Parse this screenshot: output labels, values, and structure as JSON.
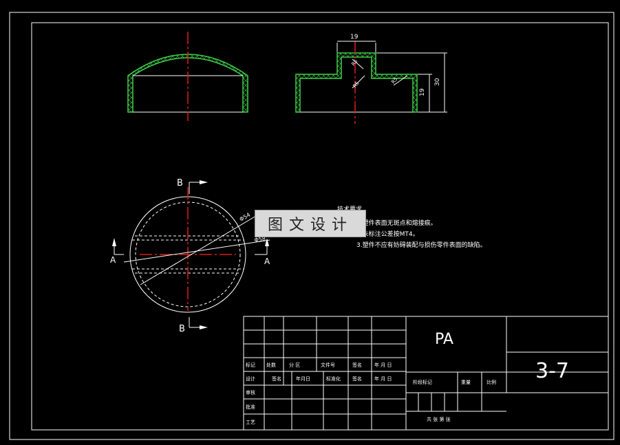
{
  "colors": {
    "background": "#000000",
    "line": "#ffffff",
    "section_hatch": "#3fd14a",
    "centerline": "#e01a1a"
  },
  "dimensions": {
    "width_19": "19",
    "total_height": "30",
    "lower_height": "19",
    "r1": "R5",
    "r2": "R5",
    "r3": "R5",
    "dia_inner": "Φ54",
    "dia_outer": "Φ58"
  },
  "section_labels": {
    "b_top": "B",
    "b_bottom": "B",
    "a_left": "A",
    "a_right": "A"
  },
  "notes": {
    "heading": "技术要求",
    "line1": "1.塑件表面无斑点和熔接痕。",
    "line2": "2.未标注公差按MT4。",
    "line3": "3.塑件不应有妨碍装配与损伤零件表面的缺陷。"
  },
  "watermark": "图文设计",
  "title_block": {
    "part_name": "PA",
    "drawing_no": "3-7",
    "row1": [
      "标记",
      "处数",
      "分 区",
      "文件号",
      "签名",
      "年 月 日"
    ],
    "row2": [
      "设计",
      "签名",
      "年月日",
      "标准化",
      "签名",
      "年 月 日"
    ],
    "row3": "审核",
    "row4": "工艺",
    "row5": "批准",
    "stage_label": "阶段标记",
    "weight_label": "重量",
    "scale_label": "比例",
    "sheets_label": "共 张 第 张"
  }
}
